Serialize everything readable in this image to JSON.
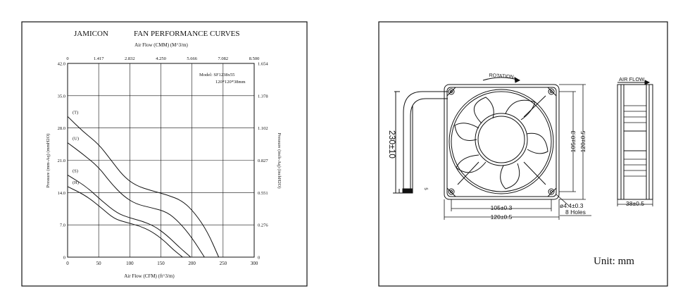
{
  "left_panel": {
    "brand": "JAMICON",
    "title": "FAN PERFORMANCE CURVES",
    "top_axis_label": "Air Flow (CMM) (M^3/m)",
    "model_line1": "Model:  SF1238x55",
    "model_line2": "120*120*38mm"
  },
  "right_panel": {
    "rotation_label": "ROTATION",
    "airflow_label": "AIR FLOW",
    "cable_length": "230±10",
    "cable_tip": "5",
    "dim_hole_spacing_h": "105±0.3",
    "dim_width": "120±0.5",
    "dim_hole_spacing_v": "105±0.3",
    "dim_height": "120±0.5",
    "hole_dia": "ø4.4±0.3",
    "hole_count": "8 Holes",
    "depth": "38±0.5",
    "unit": "Unit: mm"
  },
  "chart_data": {
    "type": "line",
    "title": "FAN PERFORMANCE CURVES",
    "xlabel": "Air Flow (CFM) (ft^3/m)",
    "x2label": "Air Flow (CMM) (M^3/m)",
    "ylabel": "Pressure (mm-Aq) (mmH2O)",
    "y2label": "Pressure (inch-Aq) (inchH2O)",
    "xlim": [
      0,
      300
    ],
    "ylim": [
      0,
      42
    ],
    "x_ticks": [
      "0",
      "50",
      "100",
      "150",
      "200",
      "250",
      "300"
    ],
    "y_ticks": [
      "0",
      "7.0",
      "14.0",
      "21.0",
      "28.0",
      "35.0",
      "42.0"
    ],
    "x2_ticks": [
      "0",
      "1.417",
      "2.832",
      "4.250",
      "5.666",
      "7.082",
      "8.500"
    ],
    "y2_ticks": [
      "0",
      "0.276",
      "0.551",
      "0.827",
      "1.102",
      "1.378",
      "1.654"
    ],
    "grid": true,
    "series": [
      {
        "name": "(T)",
        "points": [
          [
            0,
            30.5
          ],
          [
            25,
            27.2
          ],
          [
            50,
            24.5
          ],
          [
            70,
            21
          ],
          [
            90,
            17.5
          ],
          [
            110,
            15.5
          ],
          [
            135,
            14.4
          ],
          [
            160,
            13.5
          ],
          [
            185,
            12.2
          ],
          [
            205,
            9.5
          ],
          [
            225,
            5.5
          ],
          [
            243,
            0
          ]
        ]
      },
      {
        "name": "(U)",
        "points": [
          [
            0,
            24.8
          ],
          [
            25,
            22.3
          ],
          [
            50,
            19.5
          ],
          [
            70,
            16
          ],
          [
            90,
            13.2
          ],
          [
            110,
            11.5
          ],
          [
            135,
            10.7
          ],
          [
            160,
            9.8
          ],
          [
            180,
            7.5
          ],
          [
            200,
            4.2
          ],
          [
            220,
            0
          ]
        ]
      },
      {
        "name": "(S)",
        "points": [
          [
            0,
            17.8
          ],
          [
            30,
            15.3
          ],
          [
            55,
            12.2
          ],
          [
            80,
            9.5
          ],
          [
            100,
            8.5
          ],
          [
            120,
            7.8
          ],
          [
            140,
            6.7
          ],
          [
            160,
            4.7
          ],
          [
            180,
            2.1
          ],
          [
            198,
            0
          ]
        ]
      },
      {
        "name": "(H)",
        "points": [
          [
            0,
            15.3
          ],
          [
            30,
            13.3
          ],
          [
            55,
            10.6
          ],
          [
            75,
            8.3
          ],
          [
            95,
            7.5
          ],
          [
            115,
            6.8
          ],
          [
            135,
            5.6
          ],
          [
            155,
            3.6
          ],
          [
            170,
            1.6
          ],
          [
            185,
            0
          ]
        ]
      }
    ]
  }
}
